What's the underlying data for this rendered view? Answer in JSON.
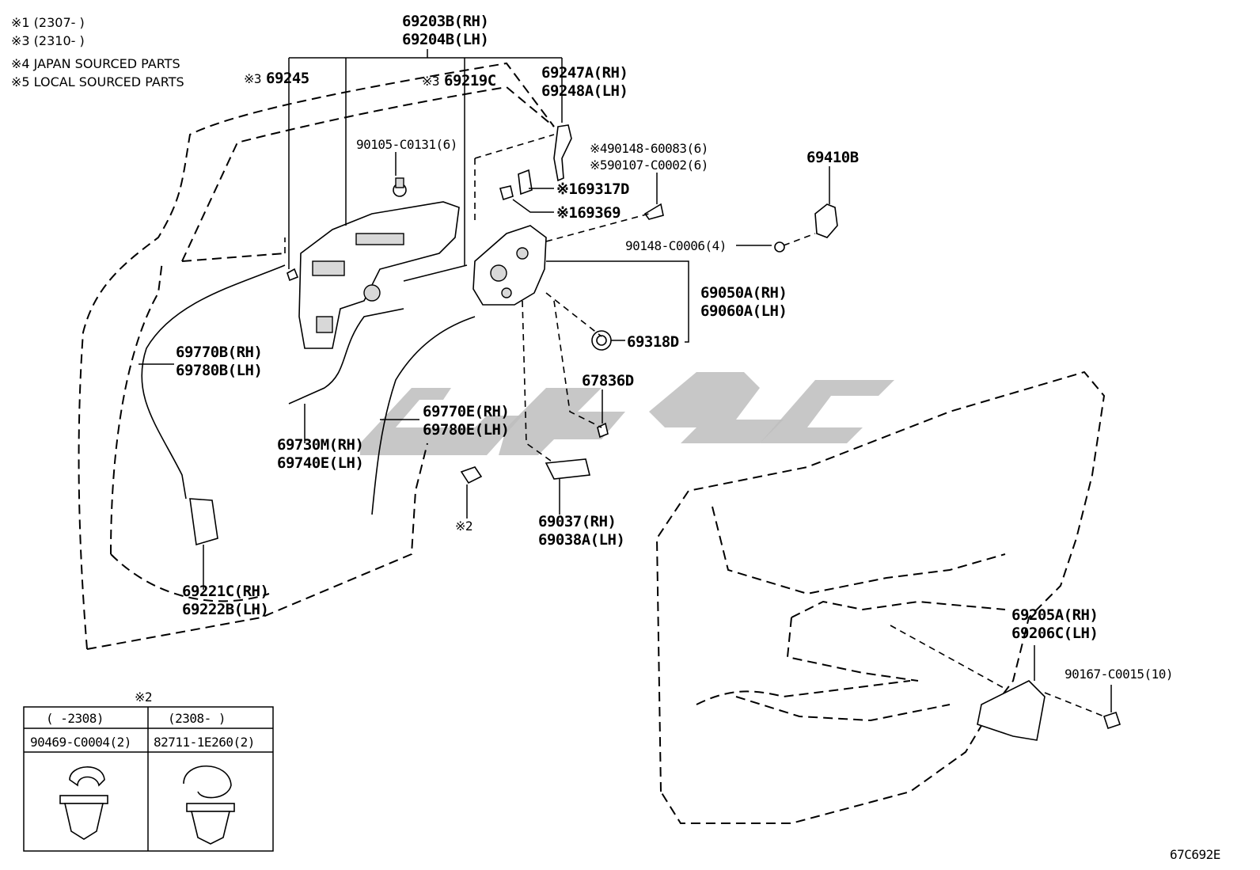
{
  "notes": [
    "※1 (2307-     )",
    "※3 (2310-     )",
    "※4 JAPAN SOURCED PARTS",
    "※5 LOCAL SOURCED PARTS"
  ],
  "parts": {
    "p69203B": "69203B(RH)",
    "p69204B": "69204B(LH)",
    "p69245": "69245",
    "p69245_mark": "※3",
    "p69219C": "69219C",
    "p69219C_mark": "※3",
    "p69247A": "69247A(RH)",
    "p69248A": "69248A(LH)",
    "p90105": "90105-C0131(6)",
    "p90148_60083": "※490148-60083(6)",
    "p90107": "※590107-C0002(6)",
    "p69317D": "※169317D",
    "p69369": "※169369",
    "p69410B": "69410B",
    "p90148_C0006": "90148-C0006(4)",
    "p69050A": "69050A(RH)",
    "p69060A": "69060A(LH)",
    "p69318D": "69318D",
    "p67836D": "67836D",
    "p69770B": "69770B(RH)",
    "p69780B": "69780B(LH)",
    "p69770E": "69770E(RH)",
    "p69780E": "69780E(LH)",
    "p69730M": "69730M(RH)",
    "p69740E": "69740E(LH)",
    "p_mark2": "※2",
    "p69037": "69037(RH)",
    "p69038A": "69038A(LH)",
    "p69221C": "69221C(RH)",
    "p69222B": "69222B(LH)",
    "p69205A": "69205A(RH)",
    "p69206C": "69206C(LH)",
    "p90167": "90167-C0015(10)"
  },
  "clip_table": {
    "title": "※2",
    "col1_header": "(    -2308)",
    "col2_header": "(2308-    )",
    "col1_part": "90469-C0004(2)",
    "col2_part": "82711-1E260(2)"
  },
  "footer_code": "67C692E"
}
